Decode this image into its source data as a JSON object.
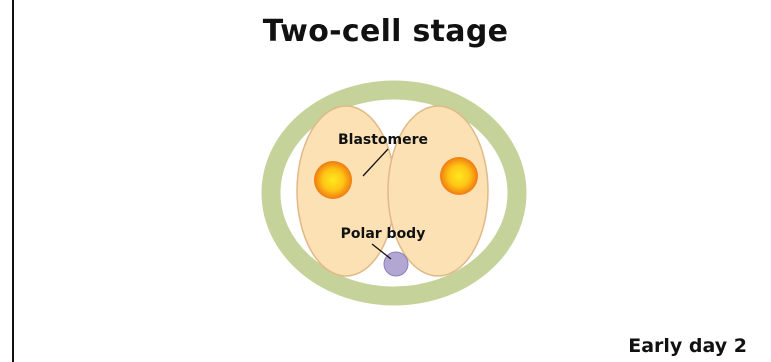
{
  "title": "Two-cell stage",
  "footer": "Early day 2",
  "labels": {
    "blastomere": "Blastomere",
    "polar_body": "Polar body"
  },
  "colors": {
    "zona": "#c5d39a",
    "cell_fill": "#fbe1b4",
    "cell_stroke": "#e2b887",
    "nucleus_core": "#ffe21a",
    "nucleus_edge": "#f07a10",
    "polar_body": "#b2a6d2",
    "polar_body_stroke": "#8c7eb8"
  }
}
